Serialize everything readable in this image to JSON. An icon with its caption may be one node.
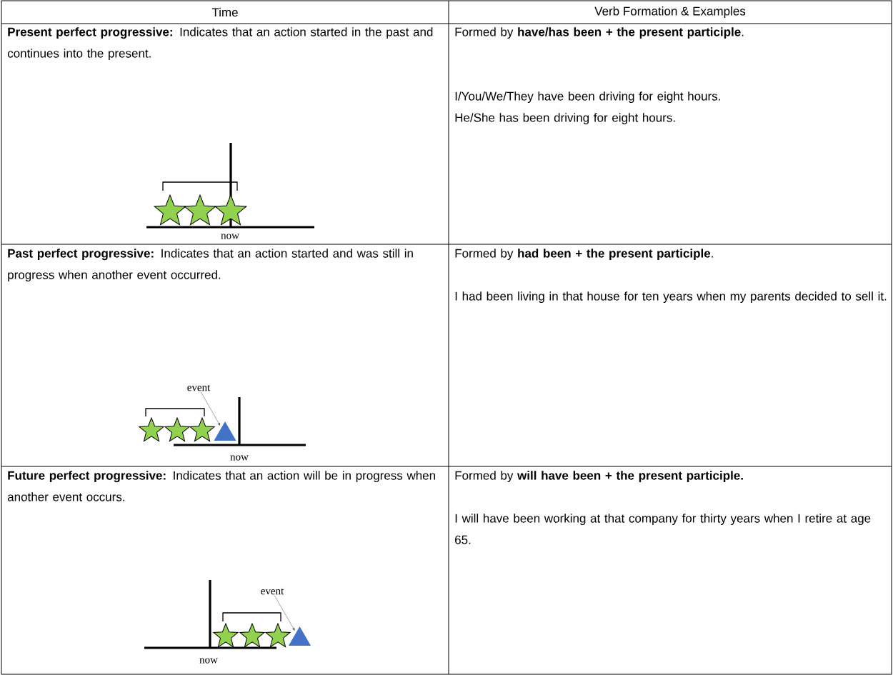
{
  "diagram": {
    "nodes": [
      {
        "text": [
          "event"
        ]
      },
      {
        "text": [],
        "shape": "triangle"
      },
      {
        "text": [
          "event"
        ]
      },
      {
        "text": [],
        "shape": "triangle"
      }
    ],
    "edges": [
      {
        "from": 0,
        "to": 1,
        "arrow": "to"
      },
      {
        "from": 2,
        "to": 3,
        "arrow": "to"
      }
    ],
    "labels": [
      "Time",
      "Verb Formation & Examples",
      "**Present perfect progressive:** Indicates that an action started in the past and continues into the present.",
      "now",
      "Formed by **have/has been + the present participle**.",
      "I/You/We/They have been driving for eight hours.",
      "He/She has been driving for eight hours.",
      "**Past perfect progressive:** Indicates that an action started and was still in progress when another event occurred.",
      "now",
      "Formed by **had been + the present participle**.",
      "I had been living in that house for ten years when my parents decided to sell it.",
      "**Future perfect progressive:** Indicates that an action will be in progress when another event occurs.",
      "now",
      "Formed by **will have been + the present participle.**",
      "I will have been working at that company for thirty years when I retire at age 65."
    ]
  }
}
